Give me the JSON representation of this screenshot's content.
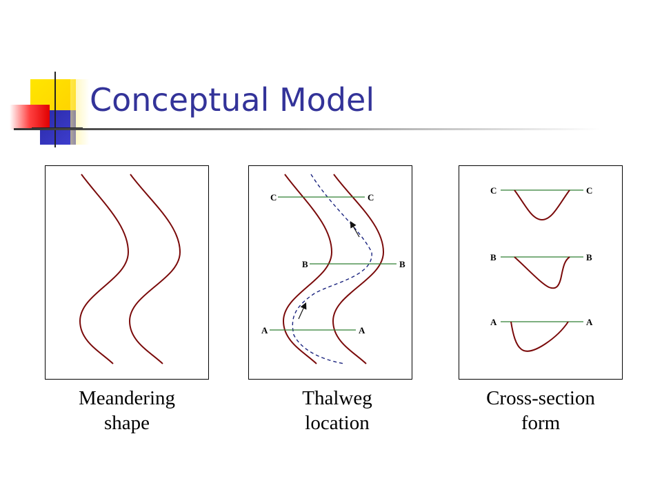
{
  "slide": {
    "title": "Conceptual Model",
    "colors": {
      "title": "#333399",
      "channel": "#7a0a0a",
      "section_line": "#2e7d32",
      "thalweg": "#1a237e"
    }
  },
  "panels": [
    {
      "id": "meandering",
      "caption_line1": "Meandering",
      "caption_line2": "shape"
    },
    {
      "id": "thalweg",
      "caption_line1": "Thalweg",
      "caption_line2": "location",
      "sections": [
        {
          "left": "C",
          "right": "C"
        },
        {
          "left": "B",
          "right": "B"
        },
        {
          "left": "A",
          "right": "A"
        }
      ]
    },
    {
      "id": "cross-section",
      "caption_line1": "Cross-section",
      "caption_line2": "form",
      "sections": [
        {
          "left": "C",
          "right": "C"
        },
        {
          "left": "B",
          "right": "B"
        },
        {
          "left": "A",
          "right": "A"
        }
      ]
    }
  ]
}
